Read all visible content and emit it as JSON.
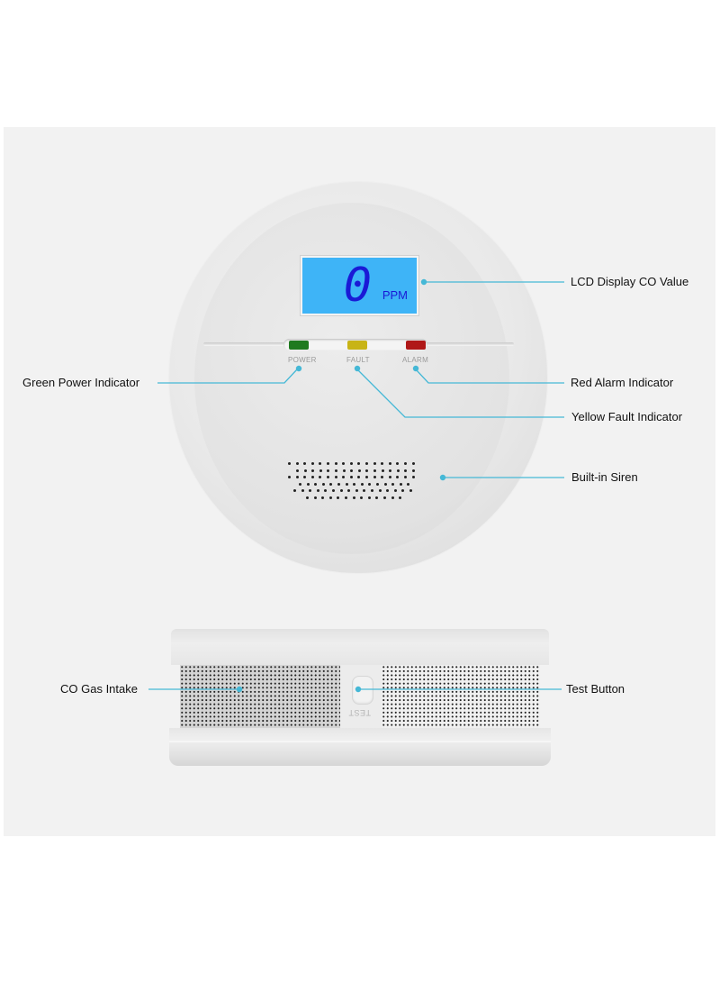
{
  "image": {
    "type": "product-feature-diagram",
    "subject": "Carbon monoxide detector",
    "background_color": "#f2f2f2",
    "callout_color": "#45b8d6"
  },
  "device_top": {
    "lcd": {
      "value": "0",
      "unit": "PPM",
      "backlight_color": "#3eb4f7",
      "digit_color": "#1a1ad6"
    },
    "indicators": [
      {
        "tag": "POWER",
        "color": "#1f7a1f"
      },
      {
        "tag": "FAULT",
        "color": "#c8b416"
      },
      {
        "tag": "ALARM",
        "color": "#b01818"
      }
    ]
  },
  "device_side": {
    "test_button_text": "TEST"
  },
  "callouts": {
    "lcd_display": "LCD Display CO Value",
    "power_indicator": "Green Power Indicator",
    "alarm_indicator": "Red Alarm Indicator",
    "fault_indicator": "Yellow Fault Indicator",
    "siren": "Built-in Siren",
    "gas_intake": "CO Gas Intake",
    "test_button": "Test Button"
  }
}
